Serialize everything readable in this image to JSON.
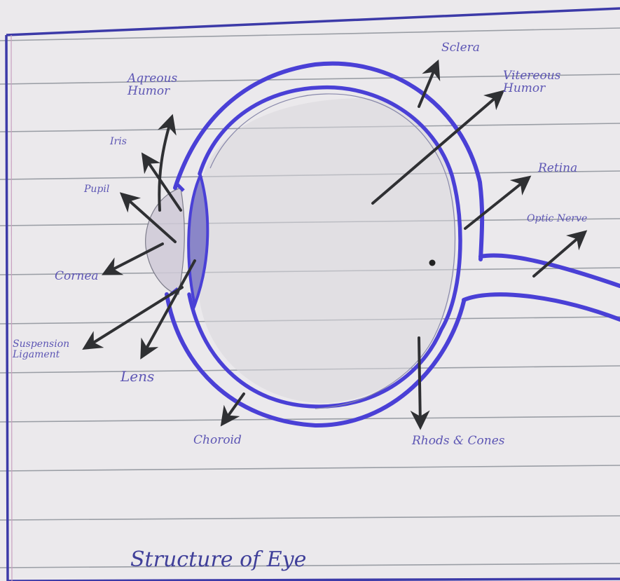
{
  "diagram": {
    "caption": "Structure of Eye",
    "labels": {
      "aqueous_humor": "Aqreous Humor",
      "iris": "Iris",
      "pupil": "Pupil",
      "cornea": "Cornea",
      "suspension_ligament": "Suspension Ligament",
      "lens": "Lens",
      "choroid": "Choroid",
      "sclera": "Sclera",
      "vitreous_humor": "Vitereous Humor",
      "retina": "Retina",
      "optic_nerve": "Optic Nerve",
      "rods_cones": "Rhods & Cones"
    }
  },
  "colors": {
    "paper": "#ebe9ec",
    "ruled_line": "#7f858e",
    "margin_ink": "#3c3aa8",
    "eye_ink": "#4a40d6",
    "arrow_ink": "#2f3033",
    "label_ink": "#5d56b4"
  }
}
